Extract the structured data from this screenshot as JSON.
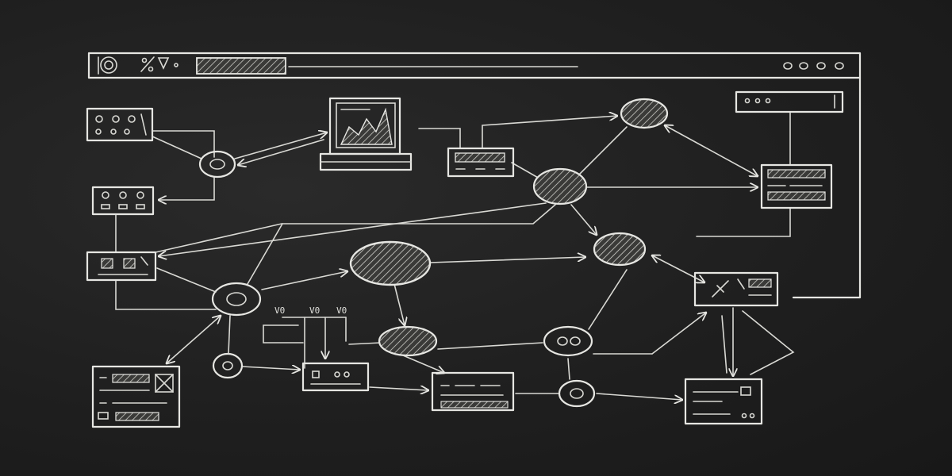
{
  "diagram": {
    "small_labels": [
      "V0",
      "V0",
      "V0"
    ]
  },
  "colors": {
    "board": "#1d1d1d",
    "chalk": "#e6e6e2"
  }
}
